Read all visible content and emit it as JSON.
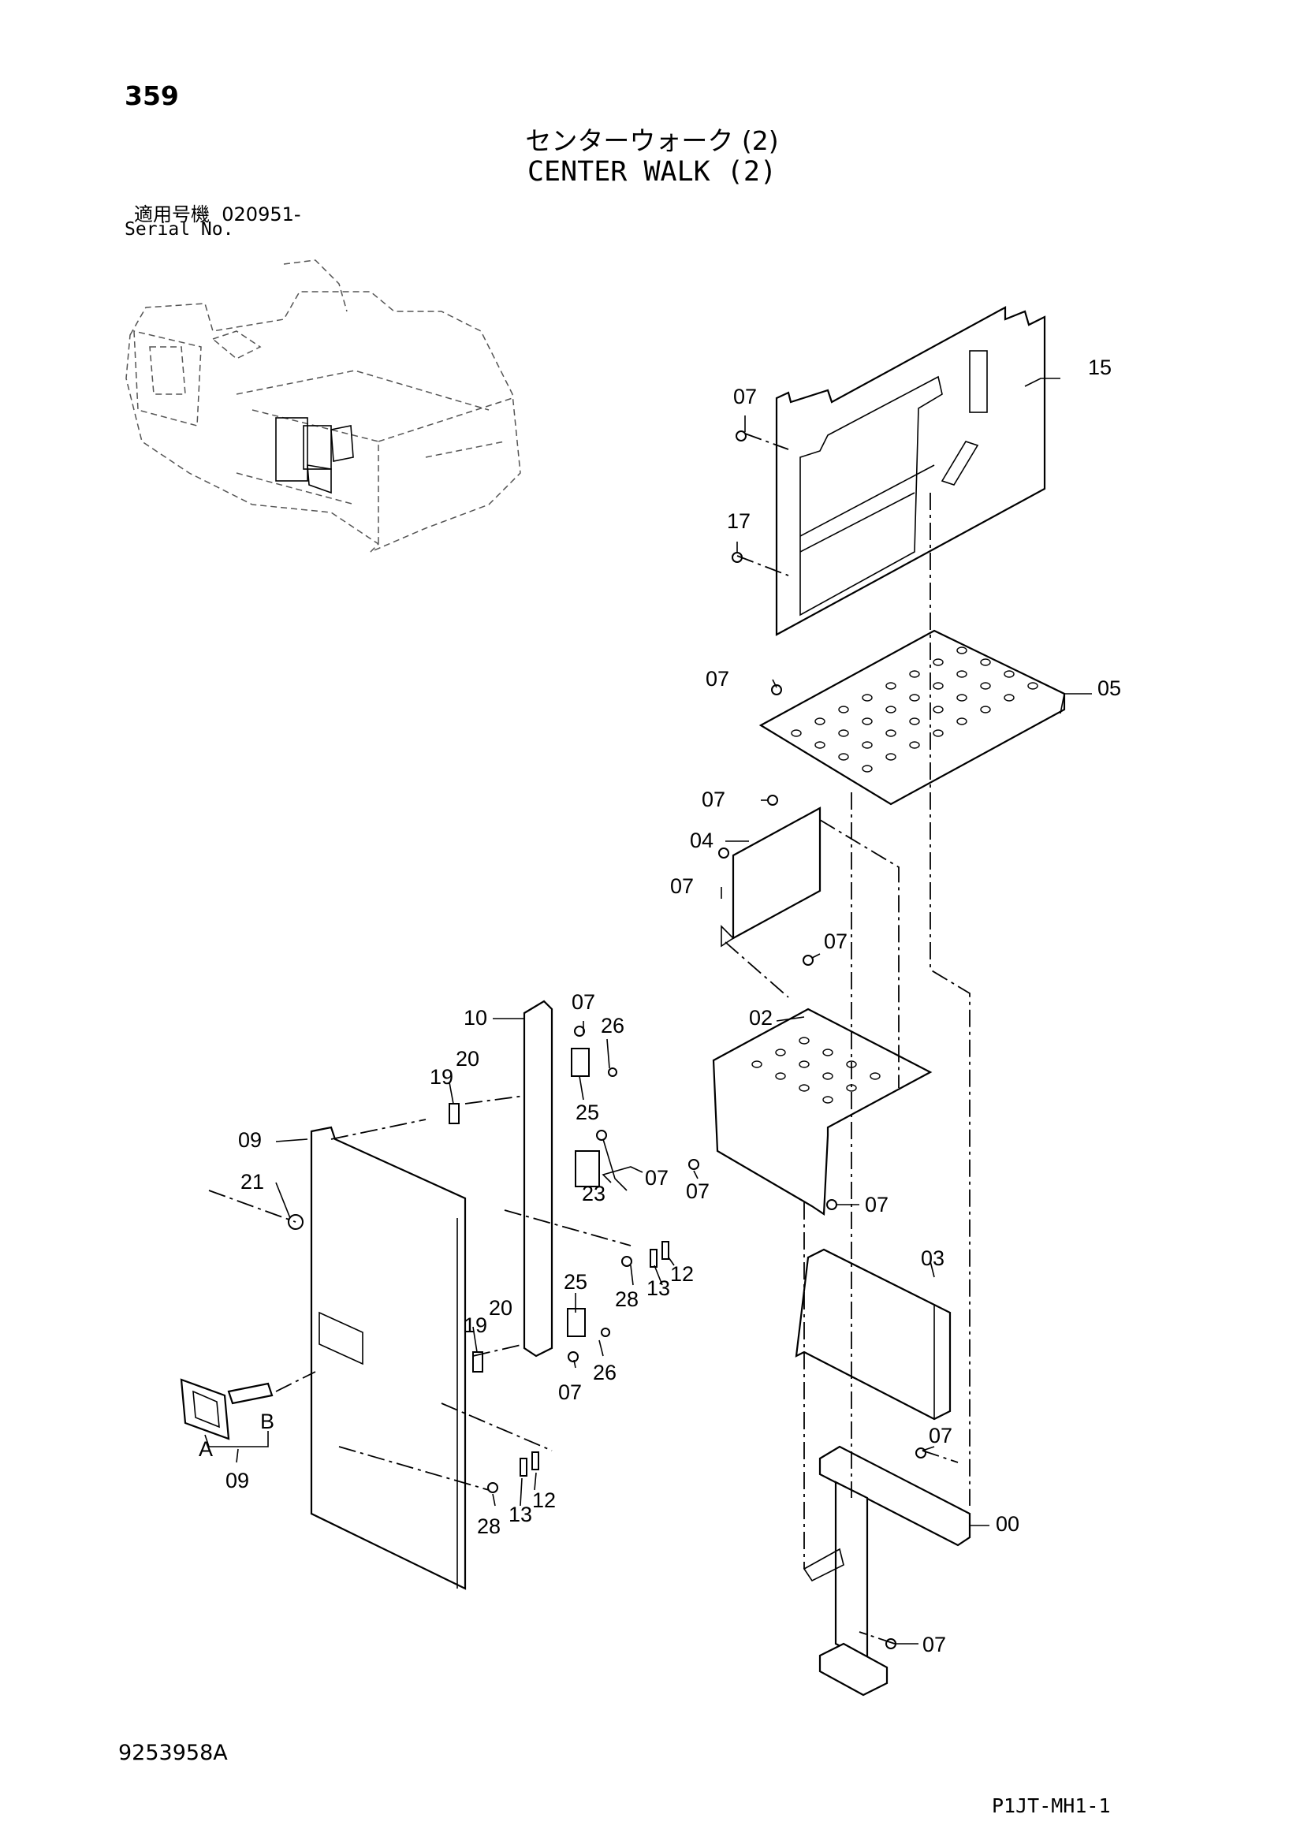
{
  "page": {
    "number": "359",
    "title_jp": "センターウォーク (2)",
    "title_en": "CENTER WALK (2)",
    "serial_label_jp": "適用号機",
    "serial_value": "020951-",
    "serial_label_en": "Serial No.",
    "document_number": "9253958A",
    "page_code": "P1JT-MH1-1"
  },
  "parts": {
    "p15": "15",
    "p07a": "07",
    "p17": "17",
    "p07b": "07",
    "p05": "05",
    "p07c": "07",
    "p04": "04",
    "p07d": "07",
    "p07e": "07",
    "p02": "02",
    "p07f": "07",
    "p07g": "07",
    "p03": "03",
    "p07h": "07",
    "p00": "00",
    "p07i": "07",
    "p10": "10",
    "p07j": "07",
    "p26a": "26",
    "p19a": "19",
    "p20a": "20",
    "p25a": "25",
    "p09a": "09",
    "p21": "21",
    "p23": "23",
    "p07k": "07",
    "p28a": "28",
    "p13a": "13",
    "p12a": "12",
    "p25b": "25",
    "p19b": "19",
    "p20b": "20",
    "p26b": "26",
    "p07l": "07",
    "pA": "A",
    "pB": "B",
    "p09b": "09",
    "p28b": "28",
    "p13b": "13",
    "p12b": "12"
  }
}
